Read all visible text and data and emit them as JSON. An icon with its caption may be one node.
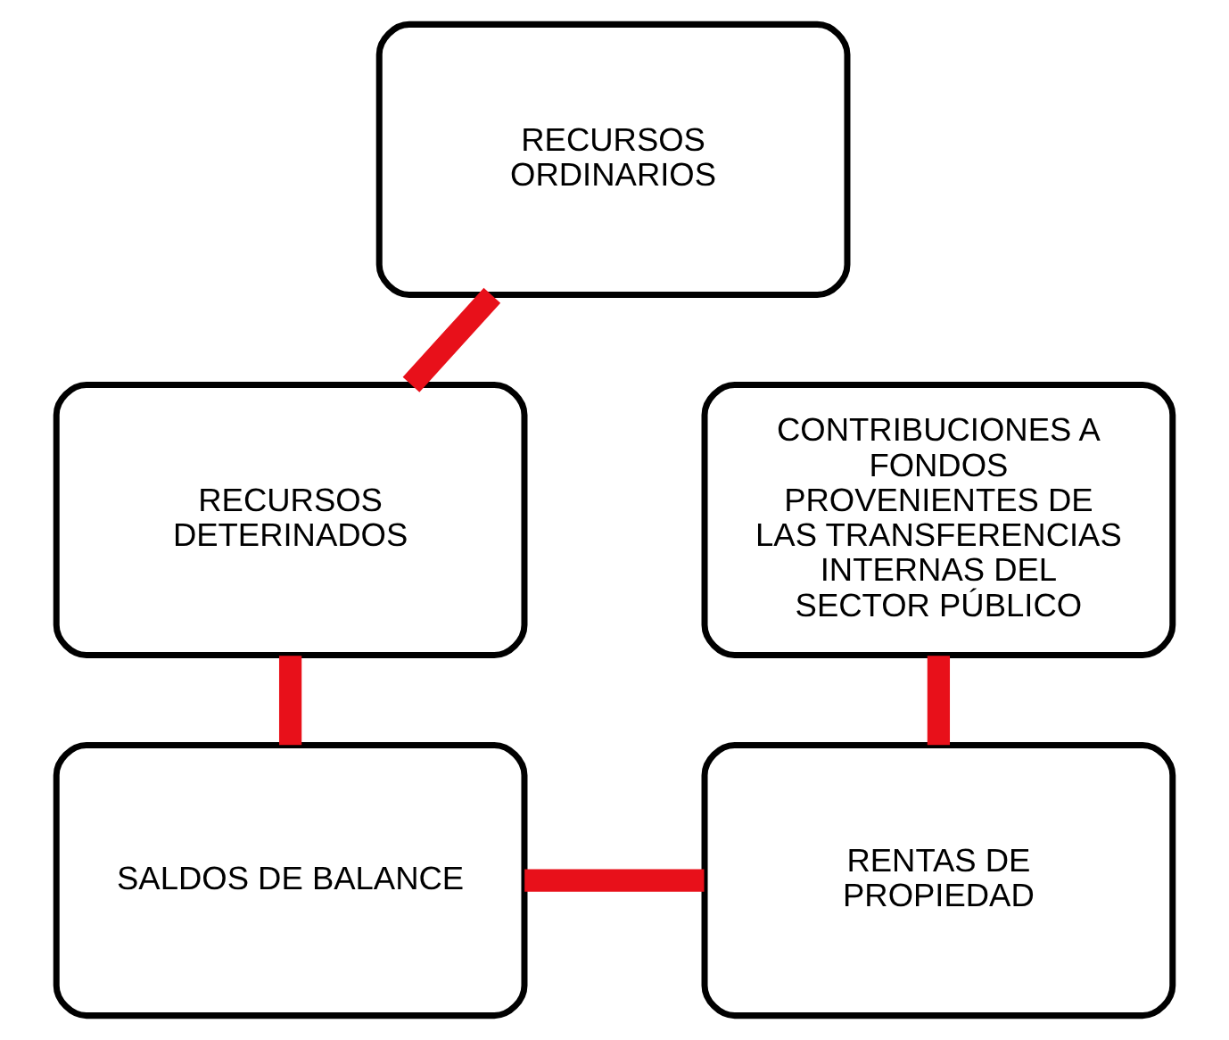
{
  "diagram": {
    "nodes": [
      {
        "text": [
          "RECURSOS ORDINARIOS"
        ]
      },
      {
        "text": [
          "RECURSOS DETERINADOS"
        ]
      },
      {
        "text": [
          "SALDOS DE BALANCE"
        ]
      },
      {
        "text": [
          "CONTRIBUCIONES A FONDOS PROVENIENTES DE LAS TRANSFERENCIAS INTERNAS DEL SECTOR PÚBLICO"
        ]
      },
      {
        "text": [
          "RENTAS DE PROPIEDAD"
        ]
      }
    ],
    "edges": [
      {
        "from": 0,
        "to": 1,
        "arrow": "none"
      },
      {
        "from": 1,
        "to": 2,
        "arrow": "none"
      },
      {
        "from": 2,
        "to": 4,
        "arrow": "none"
      },
      {
        "from": 3,
        "to": 4,
        "arrow": "none"
      }
    ]
  }
}
